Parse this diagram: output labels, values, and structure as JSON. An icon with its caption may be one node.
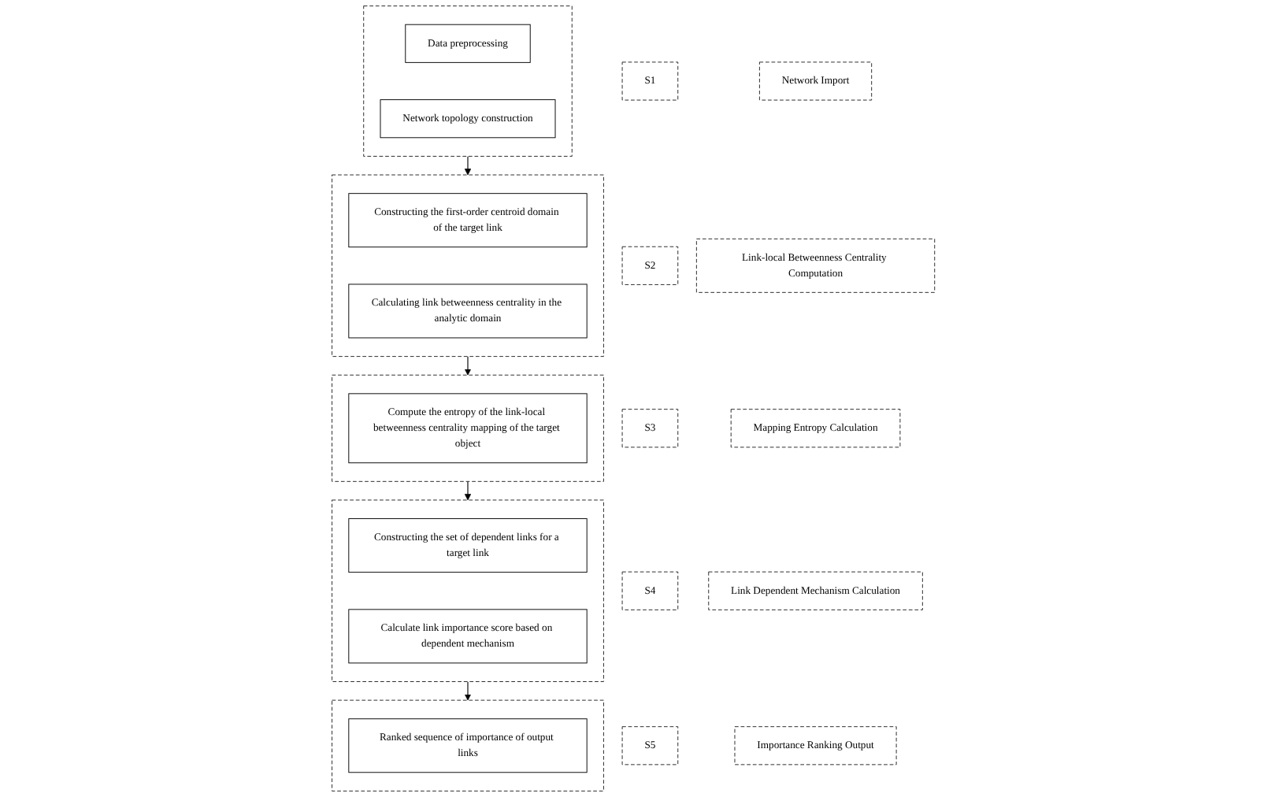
{
  "diagram": {
    "nodes": [
      {
        "text": [
          "S1"
        ]
      },
      {
        "text": [
          "Network Import"
        ]
      },
      {
        "text": [],
        "shape": "box"
      },
      {
        "text": [
          "Data preprocessing"
        ],
        "in": 2
      },
      {
        "text": [
          "Network topology construction"
        ],
        "in": 2
      },
      {
        "text": [
          "S2"
        ]
      },
      {
        "text": [
          "Link-local Betweenness Centrality Computation"
        ]
      },
      {
        "text": [],
        "shape": "box"
      },
      {
        "text": [
          "Constructing the first-order centroid domain of the target link"
        ],
        "in": 7
      },
      {
        "text": [
          "Calculating link betweenness centrality in the analytic domain"
        ],
        "in": 7
      },
      {
        "text": [
          "S3"
        ]
      },
      {
        "text": [
          "Mapping Entropy Calculation"
        ]
      },
      {
        "text": [],
        "shape": "box"
      },
      {
        "text": [
          "Compute the entropy of the link-local betweenness centrality mapping of the target object"
        ],
        "in": 12
      },
      {
        "text": [
          "S4"
        ]
      },
      {
        "text": [
          "Link Dependent Mechanism Calculation"
        ]
      },
      {
        "text": [],
        "shape": "box"
      },
      {
        "text": [
          "Constructing the set of dependent links for a target link"
        ],
        "in": 16
      },
      {
        "text": [
          "Calculate link importance score based on dependent mechanism"
        ],
        "in": 16
      },
      {
        "text": [
          "S5"
        ]
      },
      {
        "text": [
          "Importance Ranking Output"
        ]
      },
      {
        "text": [],
        "shape": "box"
      },
      {
        "text": [
          "Ranked sequence of importance of output links"
        ],
        "in": 21
      }
    ],
    "edges": [
      {
        "from": 2,
        "to": 7,
        "arrow": "to"
      },
      {
        "from": 7,
        "to": 12,
        "arrow": "to"
      },
      {
        "from": 12,
        "to": 16,
        "arrow": "to"
      },
      {
        "from": 16,
        "to": 21,
        "arrow": "to"
      }
    ]
  }
}
